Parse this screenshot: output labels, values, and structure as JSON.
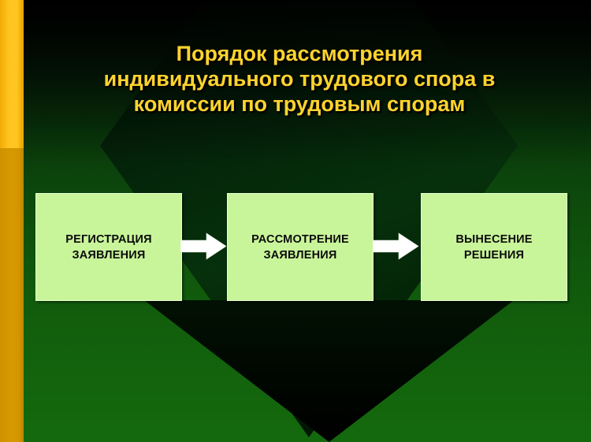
{
  "slide": {
    "title_lines": [
      "Порядок рассмотрения",
      "индивидуального трудового спора в",
      "комиссии по трудовым спорам"
    ],
    "title_color": "#ffd42e",
    "accent_color_top": "#ffc420",
    "accent_color_bottom": "#d49600",
    "background_color": "#116010",
    "node_fill_color": "#c9f59a",
    "arrow_color": "#ffffff"
  },
  "flow": {
    "nodes": [
      {
        "id": "registration",
        "lines": [
          "РЕГИСТРАЦИЯ",
          "ЗАЯВЛЕНИЯ"
        ]
      },
      {
        "id": "review",
        "lines": [
          "РАССМОТРЕНИЕ",
          "ЗАЯВЛЕНИЯ"
        ]
      },
      {
        "id": "decision",
        "lines": [
          "ВЫНЕСЕНИЕ",
          "РЕШЕНИЯ"
        ]
      }
    ],
    "connectors": [
      {
        "id": "arrow-1",
        "from": "registration",
        "to": "review",
        "glyph": "arrow-right-icon"
      },
      {
        "id": "arrow-2",
        "from": "review",
        "to": "decision",
        "glyph": "arrow-right-icon"
      }
    ]
  }
}
